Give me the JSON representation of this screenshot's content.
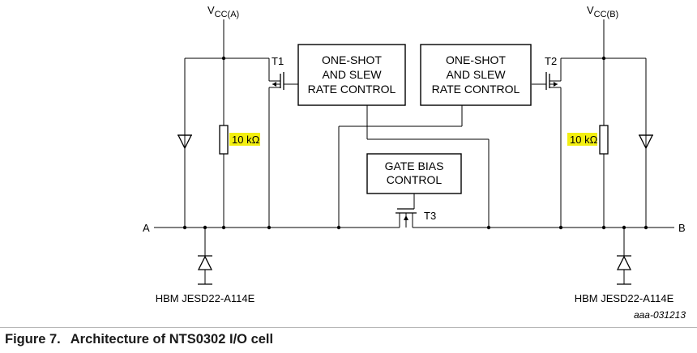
{
  "supply": {
    "a": {
      "main": "V",
      "sub": "CC(A)"
    },
    "b": {
      "main": "V",
      "sub": "CC(B)"
    }
  },
  "transistors": {
    "t1": "T1",
    "t2": "T2",
    "t3": "T3"
  },
  "blocks": {
    "oneshot_left": [
      "ONE-SHOT",
      "AND SLEW",
      "RATE CONTROL"
    ],
    "oneshot_right": [
      "ONE-SHOT",
      "AND SLEW",
      "RATE CONTROL"
    ],
    "gate_bias": [
      "GATE BIAS",
      "CONTROL"
    ]
  },
  "resistors": {
    "left": "10 kΩ",
    "right": "10 kΩ"
  },
  "pins": {
    "a": "A",
    "b": "B"
  },
  "esd": {
    "left": "HBM JESD22-A114E",
    "right": "HBM JESD22-A114E"
  },
  "figure_code": "aaa-031213",
  "caption": {
    "number": "Figure 7.",
    "title": "Architecture of NTS0302 I/O cell"
  },
  "colors": {
    "highlight": "#f3ef10"
  }
}
